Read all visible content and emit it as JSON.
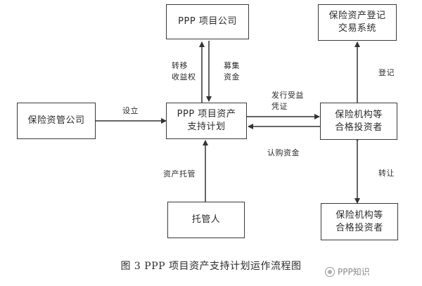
{
  "diagram": {
    "nodes": {
      "ppp_company": "PPP 项目公司",
      "registry": "保险资产登记\n交易系统",
      "asset_manager": "保险资管公司",
      "plan": "PPP 项目资产\n支持计划",
      "investors": "保险机构等\n合格投资者",
      "custodian": "托管人",
      "investors2": "保险机构等\n合格投资者"
    },
    "edges": {
      "transfer_rights": "转移\n收益权",
      "raise_funds": "募集\n资金",
      "establish": "设立",
      "issue_certificates": "发行受益\n凭证",
      "subscribe_funds": "认购资金",
      "register": "登记",
      "custody": "资产托管",
      "transfer": "转让"
    }
  },
  "caption": "图 3 PPP 项目资产支持计划运作流程图",
  "watermark": "PPP知识"
}
